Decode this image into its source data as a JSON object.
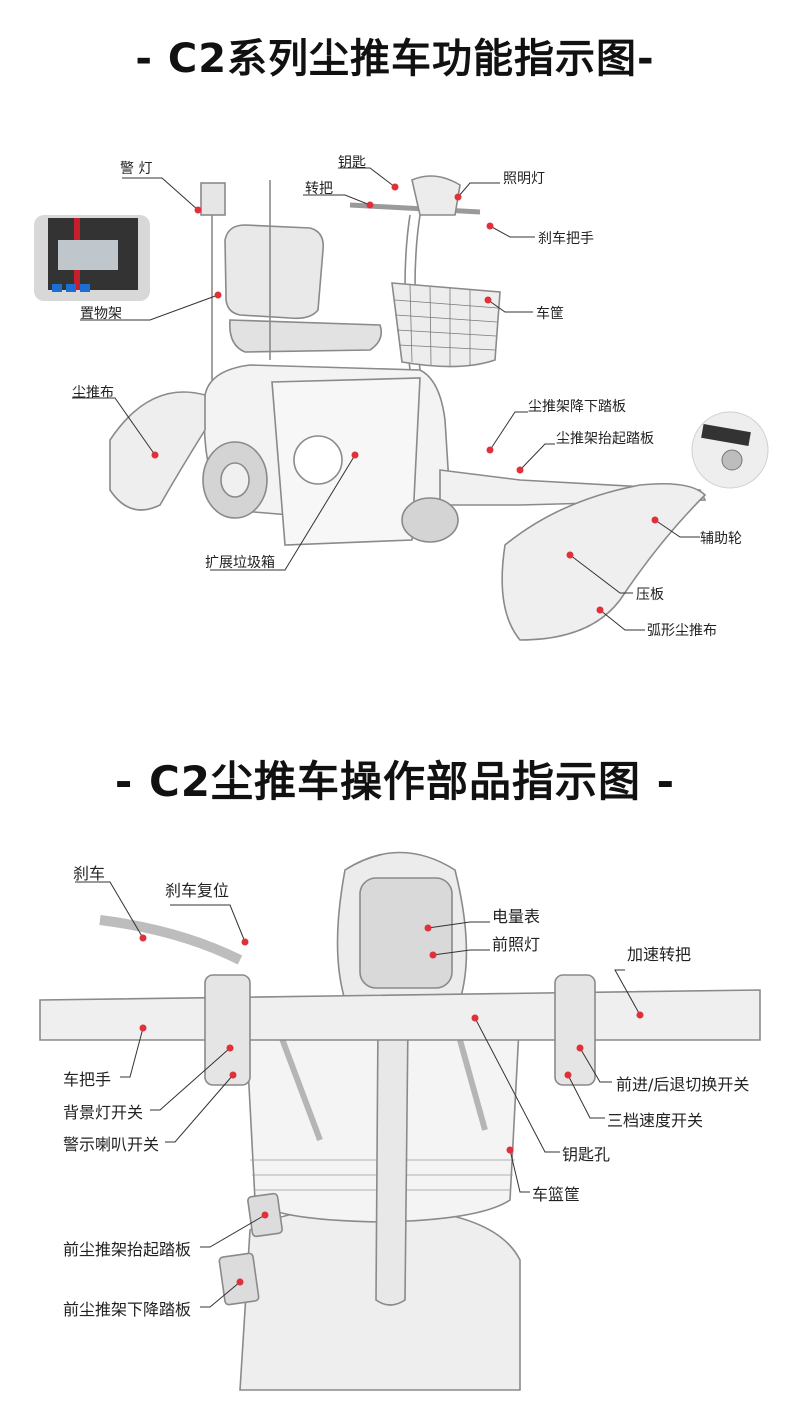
{
  "section1": {
    "title": "- C2系列尘推车功能指示图-",
    "labels": {
      "warning_light": "警 灯",
      "key": "钥匙",
      "throttle": "转把",
      "headlight": "照明灯",
      "brake_lever": "刹车把手",
      "storage_rack": "置物架",
      "basket": "车筐",
      "dust_mop": "尘推布",
      "lower_pedal": "尘推架降下踏板",
      "lift_pedal": "尘推架抬起踏板",
      "aux_wheel": "辅助轮",
      "trash_bin": "扩展垃圾箱",
      "press_plate": "压板",
      "arc_mop": "弧形尘推布"
    }
  },
  "section2": {
    "title": "- C2尘推车操作部品指示图 -",
    "labels": {
      "brake": "刹车",
      "brake_reset": "刹车复位",
      "battery_meter": "电量表",
      "front_light": "前照灯",
      "accel_grip": "加速转把",
      "handlebar": "车把手",
      "backlight_switch": "背景灯开关",
      "horn_switch": "警示喇叭开关",
      "fwd_rev_switch": "前进/后退切换开关",
      "speed_switch": "三档速度开关",
      "key_hole": "钥匙孔",
      "basket": "车篮筐",
      "front_lift_pedal": "前尘推架抬起踏板",
      "front_lower_pedal": "前尘推架下降踏板"
    }
  },
  "colors": {
    "marker": "#e0303a",
    "line": "#333333",
    "sketch": "#8a8a8a"
  }
}
